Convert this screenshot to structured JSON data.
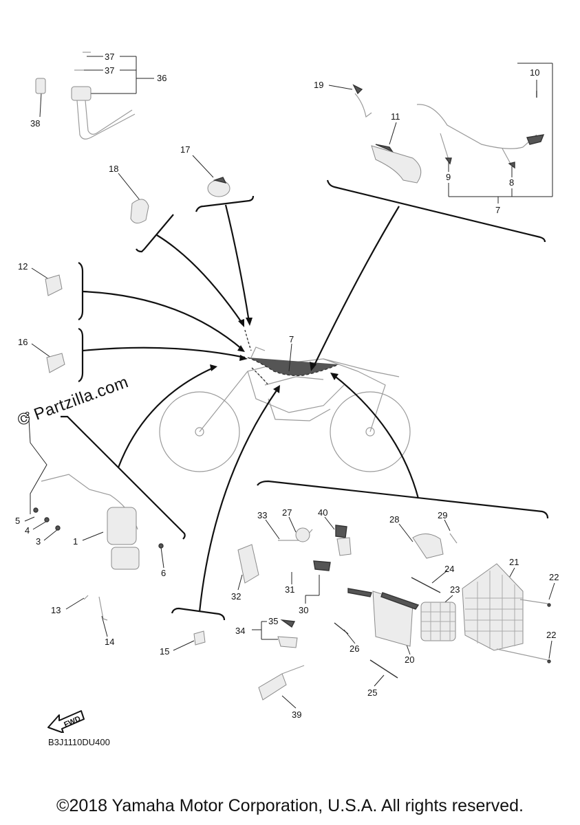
{
  "callouts": [
    "1",
    "2",
    "3",
    "4",
    "5",
    "6",
    "7",
    "7",
    "8",
    "9",
    "10",
    "11",
    "12",
    "13",
    "14",
    "15",
    "16",
    "17",
    "18",
    "19",
    "20",
    "21",
    "22",
    "22",
    "23",
    "24",
    "25",
    "26",
    "27",
    "28",
    "29",
    "30",
    "31",
    "32",
    "33",
    "34",
    "35",
    "36",
    "37",
    "37",
    "38",
    "39",
    "40"
  ],
  "diagram_code": "B3J1110DU400",
  "watermark": "© Partzilla.com",
  "fwd_label": "FWD",
  "copyright": "©2018 Yamaha Motor Corporation, U.S.A. All rights reserved."
}
